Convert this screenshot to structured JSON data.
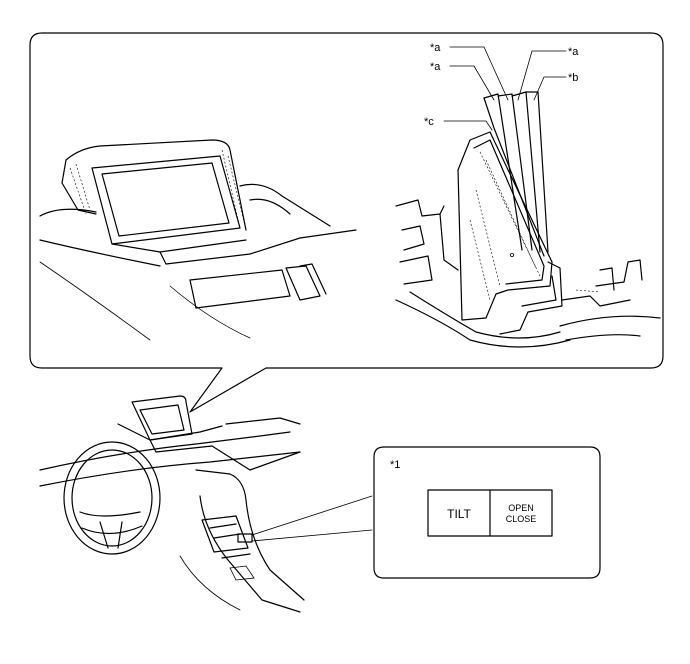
{
  "callouts": {
    "a1": "*a",
    "a2": "*a",
    "a3": "*a",
    "b": "*b",
    "c": "*c",
    "one": "*1"
  },
  "switch": {
    "tilt": "TILT",
    "open": "OPEN",
    "close": "CLOSE"
  },
  "colors": {
    "line": "#000000",
    "background": "#ffffff"
  }
}
